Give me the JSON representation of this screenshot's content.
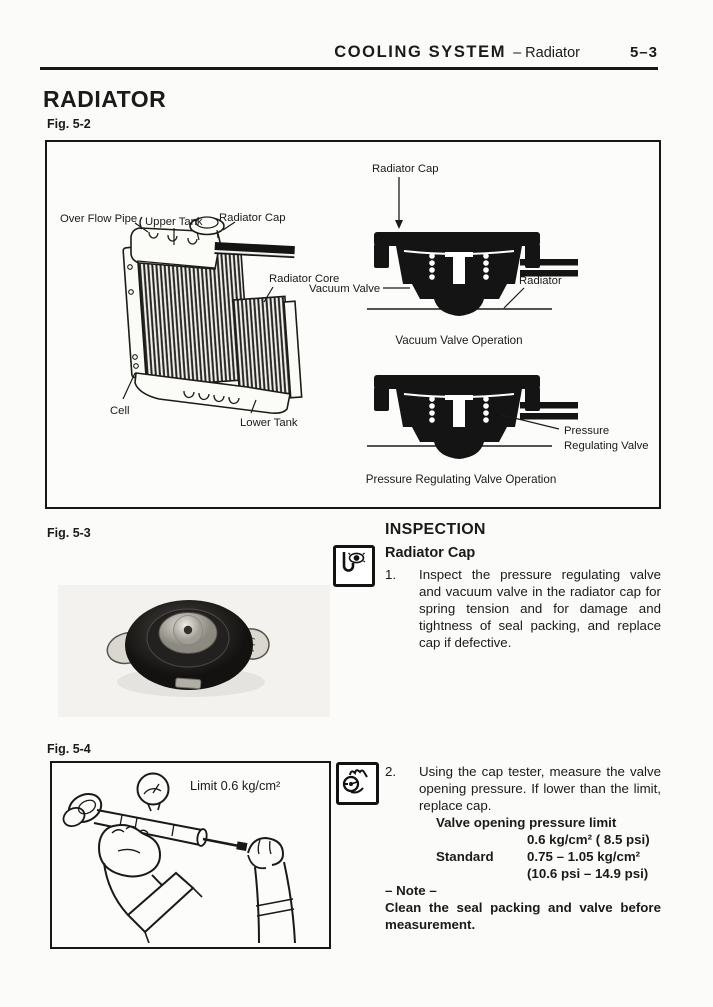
{
  "header": {
    "section": "COOLING SYSTEM",
    "topic": "– Radiator",
    "page_number": "5–3"
  },
  "page_title": "RADIATOR",
  "fig2": {
    "label": "Fig. 5-2",
    "parts": {
      "over_flow_pipe": "Over Flow Pipe",
      "upper_tank": "Upper Tank",
      "radiator_cap": "Radiator Cap",
      "radiator_core": "Radiator Core",
      "cell": "Cell",
      "lower_tank": "Lower Tank"
    },
    "vacuum": {
      "radiator_cap": "Radiator Cap",
      "vacuum_valve": "Vacuum Valve",
      "radiator": "Radiator",
      "caption": "Vacuum Valve Operation"
    },
    "pressure": {
      "valve_line1": "Pressure",
      "valve_line2": "Regulating Valve",
      "caption": "Pressure Regulating Valve Operation"
    }
  },
  "fig3": {
    "label": "Fig. 5-3"
  },
  "fig4": {
    "label": "Fig. 5-4",
    "limit": "Limit 0.6 kg/cm²"
  },
  "inspection": {
    "heading": "INSPECTION",
    "subheading": "Radiator Cap",
    "step1": {
      "num": "1.",
      "text": "Inspect the pressure regulating valve and vacuum valve in the radiator cap for spring tension and for damage and tightness of seal packing, and replace cap if defective."
    },
    "step2": {
      "num": "2.",
      "text": "Using the cap tester, measure the valve opening pressure. If lower than the limit, replace cap."
    },
    "spec": {
      "title": "Valve opening pressure limit",
      "limit_value": "0.6 kg/cm² ( 8.5 psi)",
      "standard_label": "Standard",
      "standard_value": "0.75 – 1.05 kg/cm²",
      "standard_psi": "(10.6 psi – 14.9 psi)"
    },
    "note": {
      "head": "– Note –",
      "text": "Clean the seal packing and valve before measurement."
    }
  },
  "icons": {
    "inspect": "eye-inspection-icon",
    "measure": "hand-measure-icon"
  }
}
